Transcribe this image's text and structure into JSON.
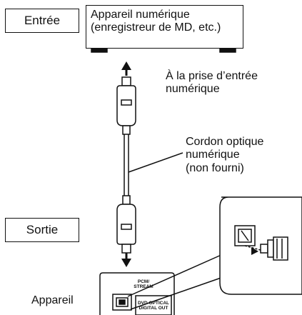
{
  "labels": {
    "input": "Entrée",
    "output": "Sortie",
    "digital_device_line1": "Appareil numérique",
    "digital_device_line2": "(enregistreur de MD, etc.)",
    "input_jack_line1": "À la prise d’entrée",
    "input_jack_line2": "numérique",
    "cable_line1": "Cordon optique",
    "cable_line2": "numérique",
    "cable_line3": "(non fourni)",
    "appliance": "Appareil",
    "panel_pcm_line1": "PCM/",
    "panel_pcm_line2": "STREAM",
    "panel_dvd_line1": "DVD OPTICAL",
    "panel_dvd_line2": "DIGITAL OUT"
  },
  "colors": {
    "line": "#111111",
    "background": "#ffffff",
    "callout_fill": "#ffffff"
  },
  "icons": {
    "arrow_up": "arrow-up-icon",
    "arrow_down": "arrow-down-icon",
    "optical_plug": "optical-plug-icon",
    "optical_jack": "optical-jack-icon"
  }
}
